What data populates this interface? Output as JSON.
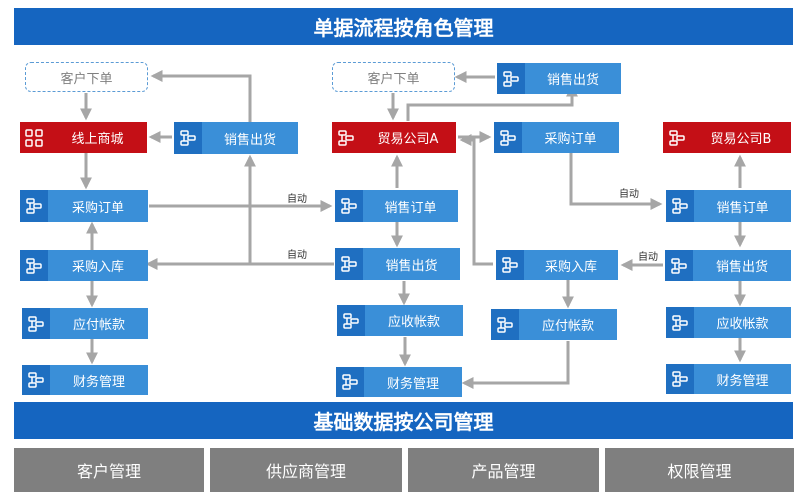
{
  "top_banner": "单据流程按角色管理",
  "bottom_banner": "基础数据按公司管理",
  "nodes": {
    "c1_customer_order": "客户下单",
    "c1_online_mall": "线上商城",
    "c1_sales_ship": "销售出货",
    "c1_purchase_order": "采购订单",
    "c1_purchase_in": "采购入库",
    "c1_payable": "应付帐款",
    "c1_finance": "财务管理",
    "c2_customer_order": "客户下单",
    "c2_sales_ship_top": "销售出货",
    "c2_trading_a": "贸易公司A",
    "c2_sales_order": "销售订单",
    "c2_sales_ship": "销售出货",
    "c2_receivable": "应收帐款",
    "c2_finance": "财务管理",
    "c3_purchase_order": "采购订单",
    "c3_purchase_in": "采购入库",
    "c3_payable": "应付帐款",
    "c4_trading_b": "贸易公司B",
    "c4_sales_order": "销售订单",
    "c4_sales_ship": "销售出货",
    "c4_receivable": "应收帐款",
    "c4_finance": "财务管理"
  },
  "auto_labels": [
    "自动",
    "自动",
    "自动",
    "自动"
  ],
  "modules": [
    "客户管理",
    "供应商管理",
    "产品管理",
    "权限管理"
  ],
  "colors": {
    "banner": "#1565c0",
    "node": "#3a8fd8",
    "node_icon": "#1f6fc1",
    "company": "#c40f16",
    "module": "#7f7f7f",
    "arrow": "#a6a6a6"
  }
}
